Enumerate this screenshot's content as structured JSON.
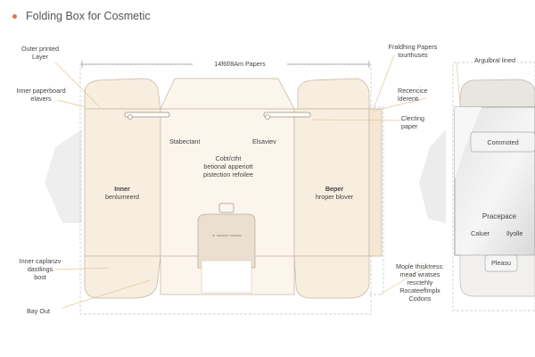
{
  "header": {
    "title": "Folding Box for  Cosmetic"
  },
  "callouts": {
    "outer_printed": [
      "Outer printed",
      "Layer"
    ],
    "inner_paperboard": [
      "Inner paperboard",
      "elavers"
    ],
    "inner_caplanzv": [
      "Inner caplanzv",
      "dastlings",
      "bost"
    ],
    "bay_out": "Bay Out",
    "folding_papers": [
      "Fraldhing Papers",
      "tourthuses"
    ],
    "recencice": [
      "Recencice",
      "lderenti"
    ],
    "clecting": [
      "Clecting",
      "paper"
    ],
    "mople": [
      "Mople thisktress:",
      "mead wratses",
      "resctehly",
      "Rocateeflmplx",
      "Codons"
    ],
    "argilbral": "Argulbral lined"
  },
  "dieline": {
    "dimension": "14f6f/8Am Papers",
    "panel_left_top": "Stabectant",
    "panel_right_top": "Elsaviev",
    "center_text": [
      "Cobt/ctht",
      "betional apperiott",
      "pistection refoilee"
    ],
    "inner_label": [
      "Inner",
      "benlumeerd"
    ],
    "beper_label": [
      "Beper",
      "hroper blover"
    ],
    "bottle_text": "≈ ≈≈≈≈ ≈≈≈≈"
  },
  "box3d": {
    "top_label": "Commoted",
    "mid_label": "Pracepace",
    "caluer": "Caluer",
    "ilyolle": "Ilyolle",
    "bottom_label": "Pleasu"
  },
  "colors": {
    "panel_fill": "#f8eee0",
    "panel_fill_light": "#fcf5ec",
    "panel_stroke": "#c9b9a3",
    "leader": "#e2c79a",
    "gray_blob": "#ececec",
    "accent_dot": "#d97a45"
  }
}
